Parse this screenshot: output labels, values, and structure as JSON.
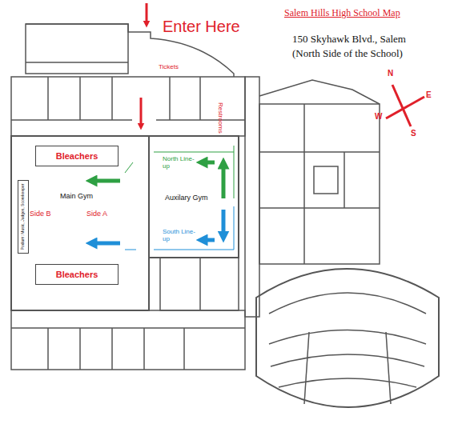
{
  "diagram": {
    "title": "Salem Hills High School Map",
    "nodes": [
      {
        "text": [
          "Main Gym"
        ]
      },
      {
        "text": [
          "Bleachers"
        ],
        "in": 0
      },
      {
        "text": [
          "Bleachers"
        ],
        "in": 0
      },
      {
        "text": [
          "Podium: Music, Judges, Scorekeeper"
        ],
        "in": 0
      },
      {
        "text": [
          "Auxilary Gym"
        ]
      }
    ],
    "labels": [
      "Enter Here",
      "150 Skyhawk Blvd., Salem",
      "(North Side of the School)",
      "Tickets",
      "Restrooms",
      "Side B",
      "Side A",
      "North Line-up",
      "South Line-up",
      "N",
      "E",
      "W",
      "S"
    ]
  }
}
